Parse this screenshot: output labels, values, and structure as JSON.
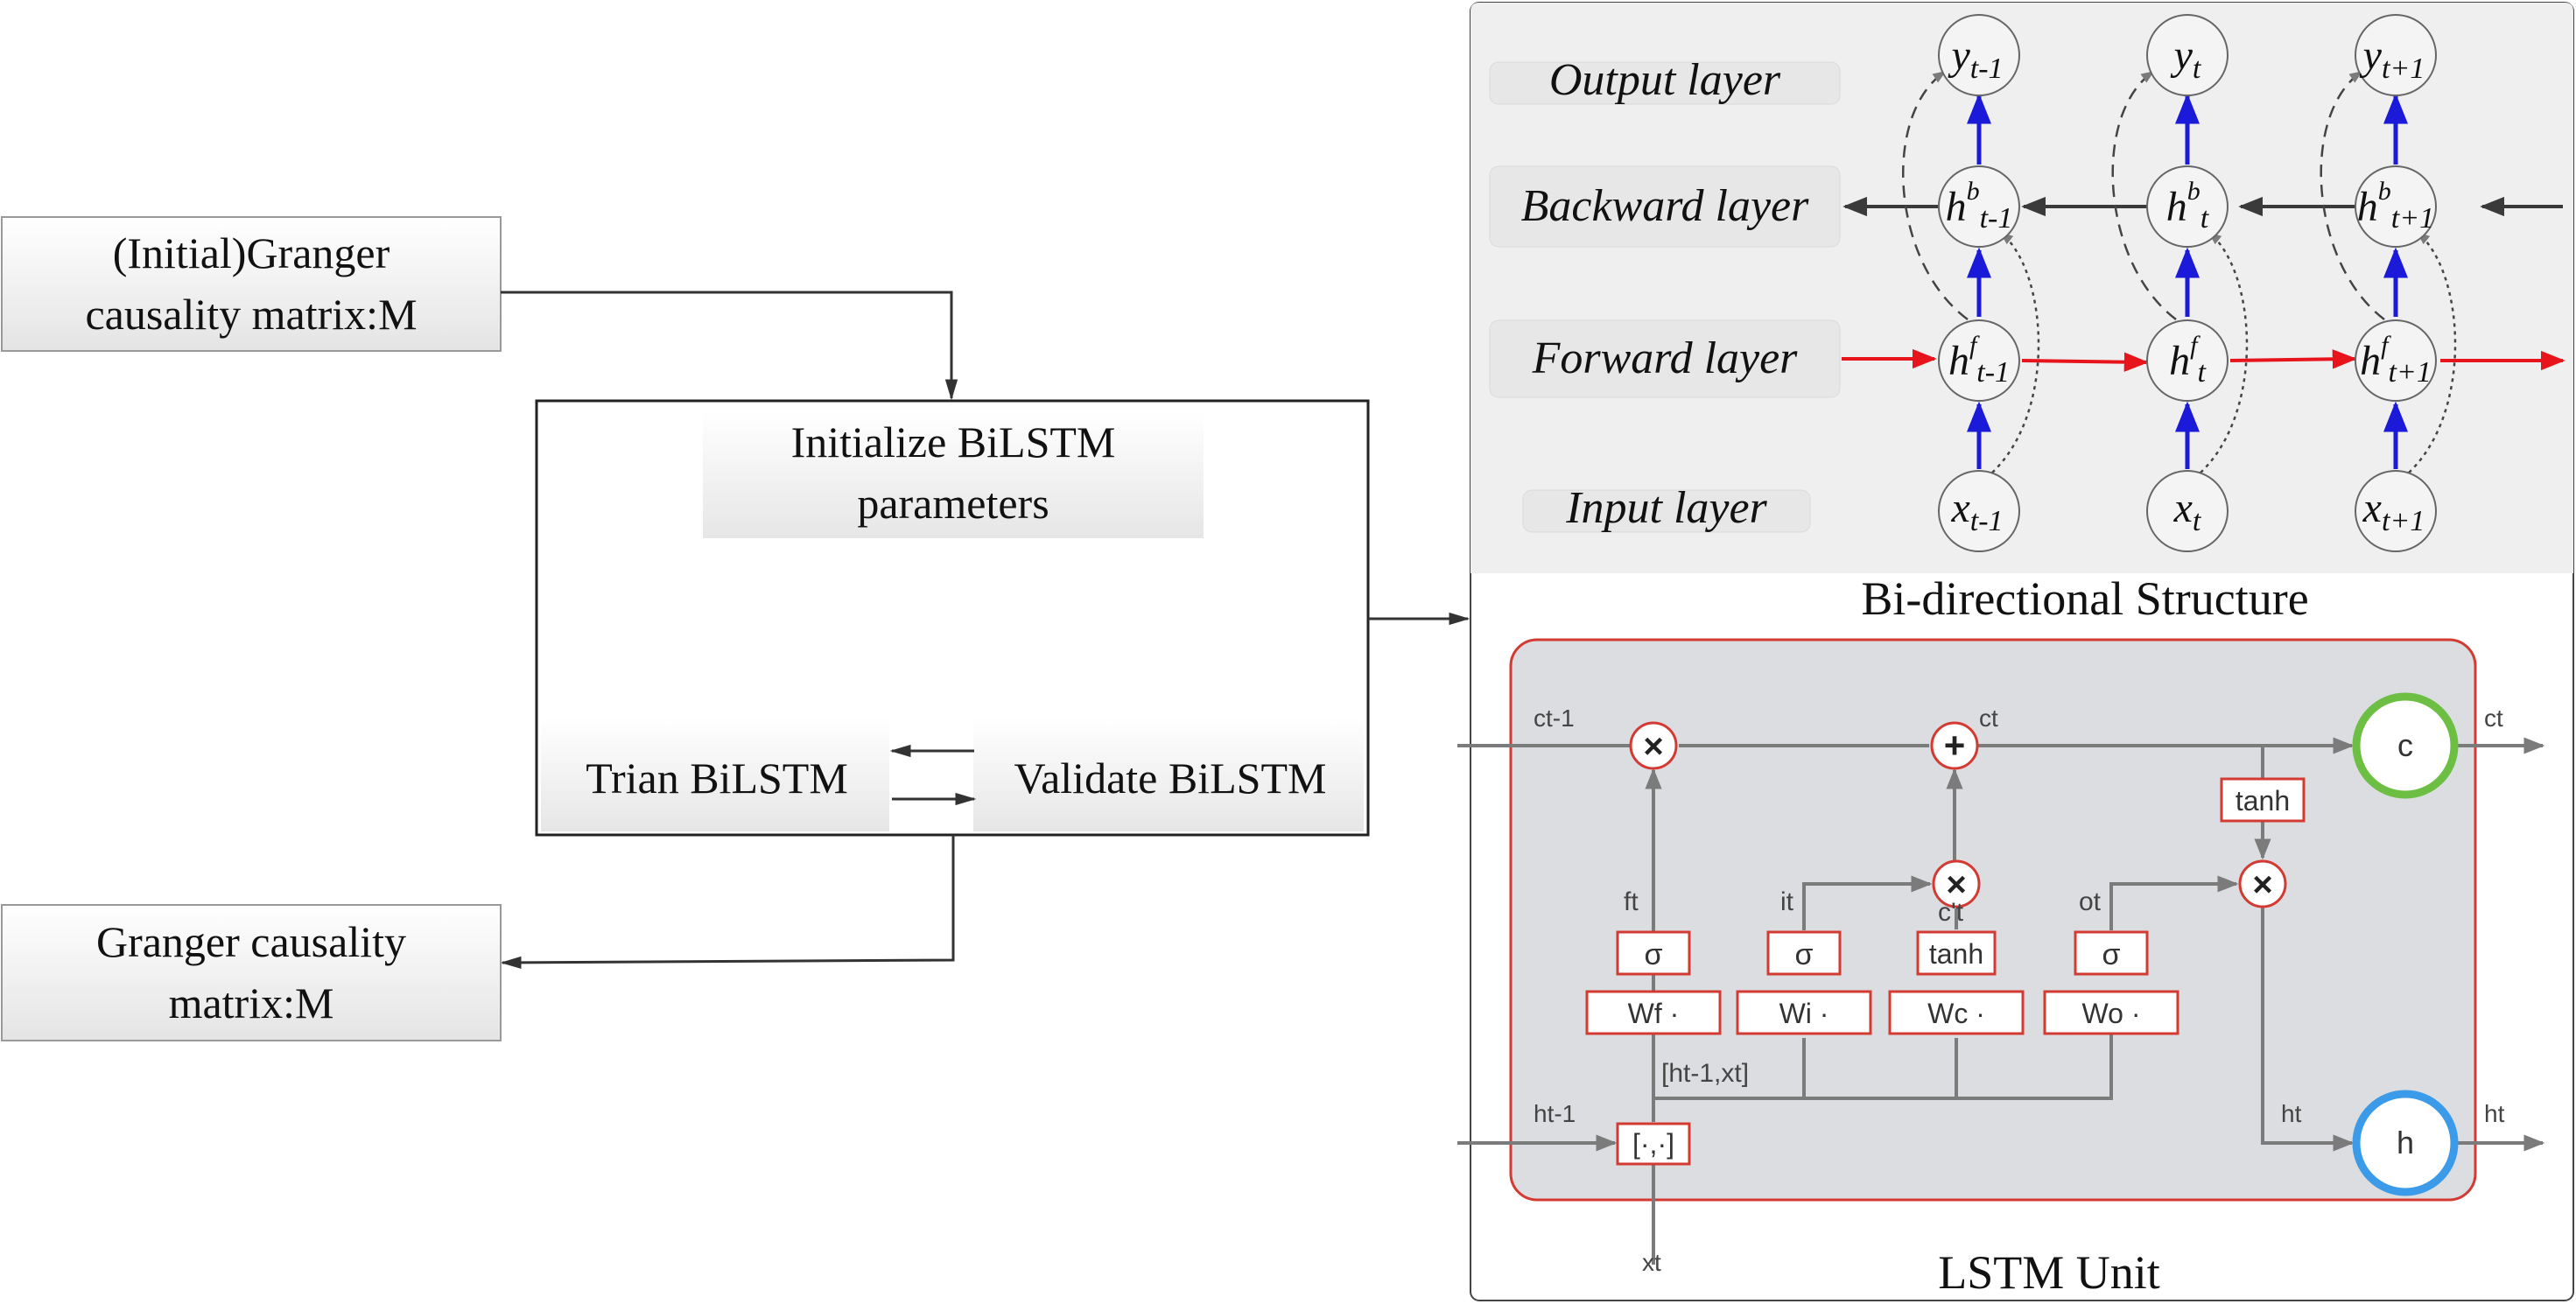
{
  "left_flow": {
    "initial_matrix": {
      "line1": "(Initial)Granger",
      "line2": "causality matrix:M"
    },
    "process_box": {
      "init_line1": "Initialize BiLSTM",
      "init_line2": "parameters",
      "train": "Trian BiLSTM",
      "validate": "Validate BiLSTM"
    },
    "final_matrix": {
      "line1": "Granger causality",
      "line2": "matrix:M"
    }
  },
  "bidirectional": {
    "caption": "Bi-directional Structure",
    "layers": {
      "output": "Output layer",
      "backward": "Backward layer",
      "forward": "Forward layer",
      "input": "Input layer"
    },
    "nodes": {
      "y": [
        {
          "base": "y",
          "sup": "",
          "sub": "t-1"
        },
        {
          "base": "y",
          "sup": "",
          "sub": "t"
        },
        {
          "base": "y",
          "sup": "",
          "sub": "t+1"
        }
      ],
      "hb": [
        {
          "base": "h",
          "sup": "b",
          "sub": "t-1"
        },
        {
          "base": "h",
          "sup": "b",
          "sub": "t"
        },
        {
          "base": "h",
          "sup": "b",
          "sub": "t+1"
        }
      ],
      "hf": [
        {
          "base": "h",
          "sup": "f",
          "sub": "t-1"
        },
        {
          "base": "h",
          "sup": "f",
          "sub": "t"
        },
        {
          "base": "h",
          "sup": "f",
          "sub": "t+1"
        }
      ],
      "x": [
        {
          "base": "x",
          "sup": "",
          "sub": "t-1"
        },
        {
          "base": "x",
          "sup": "",
          "sub": "t"
        },
        {
          "base": "x",
          "sup": "",
          "sub": "t+1"
        }
      ]
    }
  },
  "lstm": {
    "caption": "LSTM Unit",
    "labels": {
      "c_prev": "ct-1",
      "c_t_top": "ct",
      "c_out": "ct",
      "h_prev": "ht-1",
      "h_t": "ht",
      "h_out": "ht",
      "x_t": "xt",
      "f_t": "ft",
      "i_t": "it",
      "o_t": "ot",
      "c_tilde": "c't",
      "concat_label": "[ht-1,xt]"
    },
    "boxes": {
      "sigma": "σ",
      "tanh": "tanh",
      "tanh_out": "tanh",
      "w_f": "Wf ·",
      "w_i": "Wi ·",
      "w_c": "Wc ·",
      "w_o": "Wo ·",
      "concat": "[·,·]"
    },
    "states": {
      "c": "c",
      "h": "h"
    },
    "ops": {
      "mul": "×",
      "add": "+"
    }
  },
  "colors": {
    "forward_arrow": "#e8141c",
    "vertical_arrow": "#1a1ad8",
    "lstm_border": "#d23a32",
    "lstm_bg": "#dcdde0",
    "c_ring": "#6cbf43",
    "h_ring": "#3c9be8",
    "panel_bg": "#efefef"
  }
}
